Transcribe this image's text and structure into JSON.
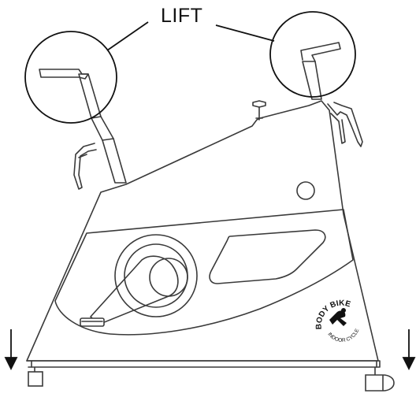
{
  "callout": {
    "label": "LIFT"
  },
  "logo": {
    "text_top": "BODY BIKE",
    "text_bottom": "INDOOR CYCLE"
  },
  "colors": {
    "line": "#3a3a3a",
    "fill": "#ffffff",
    "ink": "#111111"
  },
  "icons": {
    "left_arrow": "down-arrow-icon",
    "right_arrow": "down-arrow-icon",
    "left_foot": "square-foot-icon",
    "right_foot": "wheel-foot-icon"
  }
}
